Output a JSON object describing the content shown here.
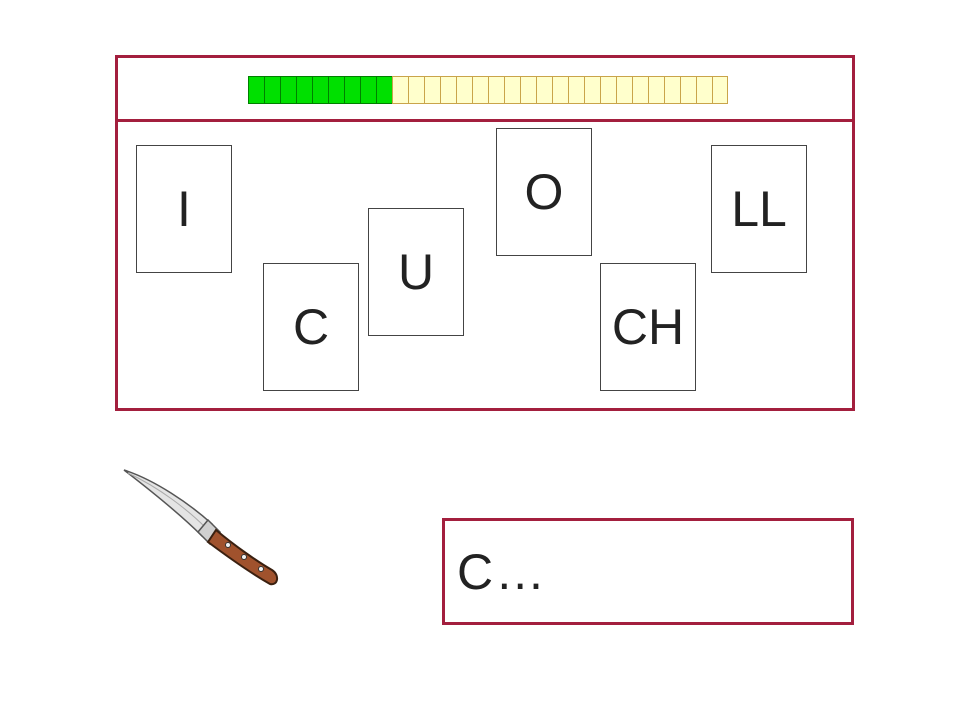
{
  "game": {
    "progress": {
      "total_cells": 30,
      "filled_cells": 9,
      "filled_color": "#00e000",
      "empty_color": "#ffffcc"
    },
    "cards": [
      {
        "label": "I"
      },
      {
        "label": "C"
      },
      {
        "label": "U"
      },
      {
        "label": "O"
      },
      {
        "label": "CH"
      },
      {
        "label": "LL"
      }
    ],
    "picture": {
      "icon": "knife-icon"
    },
    "answer": {
      "text": "C…"
    },
    "colors": {
      "frame": "#a31f3e",
      "handle": "#a0522d",
      "blade": "#e4e4e4"
    }
  }
}
